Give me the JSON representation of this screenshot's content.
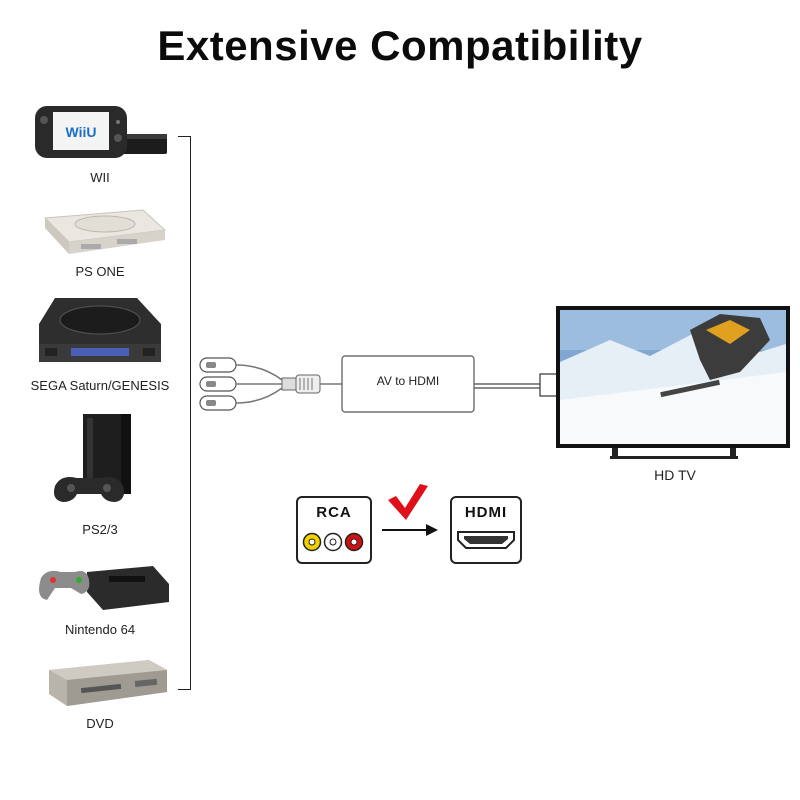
{
  "title": "Extensive Compatibility",
  "devices": [
    {
      "label": "WII",
      "icon": "wii-u-console-icon"
    },
    {
      "label": "PS ONE",
      "icon": "ps-one-console-icon"
    },
    {
      "label": "SEGA Saturn/GENESIS",
      "icon": "sega-saturn-console-icon"
    },
    {
      "label": "PS2/3",
      "icon": "ps2-console-icon"
    },
    {
      "label": "Nintendo 64",
      "icon": "nintendo-64-console-icon"
    },
    {
      "label": "DVD",
      "icon": "dvd-player-icon"
    }
  ],
  "converter": {
    "label": "AV to HDMI"
  },
  "tv": {
    "label": "HD TV"
  },
  "rca_icon": {
    "label": "RCA",
    "colors": [
      "#f2d200",
      "#ffffff",
      "#d01010"
    ]
  },
  "hdmi_icon": {
    "label": "HDMI"
  },
  "accent_check_color": "#e0101a",
  "wii_screen_logo": "WiiU"
}
